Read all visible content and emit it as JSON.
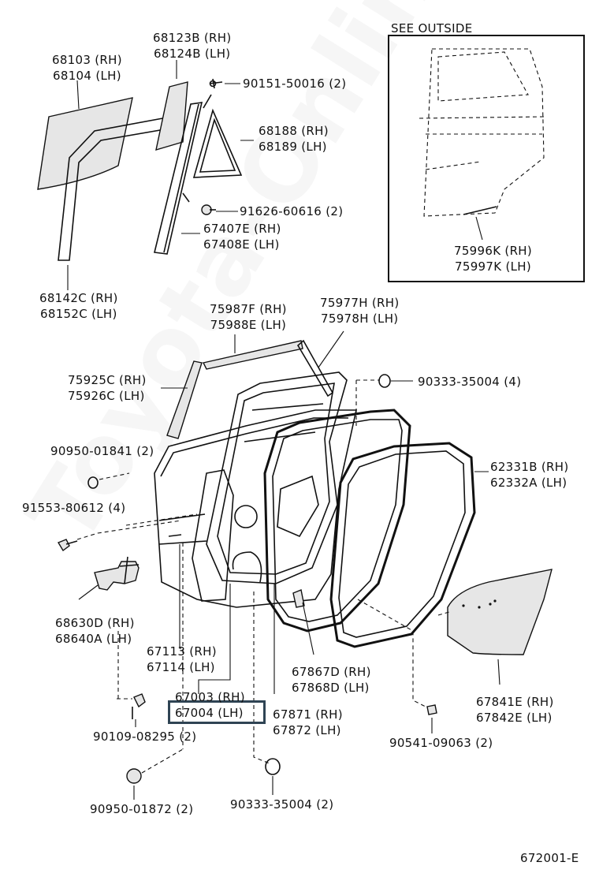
{
  "diagram": {
    "inset_title": "SEE  OUTSIDE",
    "footer_code": "672001-E",
    "watermark": "Toyota-Online.ru",
    "parts": [
      {
        "id": "p68103",
        "lines": [
          "68103 (RH)",
          "68104 (LH)"
        ]
      },
      {
        "id": "p68123",
        "lines": [
          "68123B (RH)",
          "68124B (LH)"
        ]
      },
      {
        "id": "p90151",
        "lines": [
          "90151-50016 (2)"
        ]
      },
      {
        "id": "p68188",
        "lines": [
          "68188 (RH)",
          "68189 (LH)"
        ]
      },
      {
        "id": "p91626",
        "lines": [
          "91626-60616 (2)"
        ]
      },
      {
        "id": "p67407",
        "lines": [
          "67407E (RH)",
          "67408E (LH)"
        ]
      },
      {
        "id": "p68142",
        "lines": [
          "68142C (RH)",
          "68152C (LH)"
        ]
      },
      {
        "id": "p75996",
        "lines": [
          "75996K (RH)",
          "75997K (LH)"
        ]
      },
      {
        "id": "p75987",
        "lines": [
          "75987F (RH)",
          "75988E (LH)"
        ]
      },
      {
        "id": "p75977",
        "lines": [
          "75977H (RH)",
          "75978H (LH)"
        ]
      },
      {
        "id": "p75925",
        "lines": [
          "75925C (RH)",
          "75926C (LH)"
        ]
      },
      {
        "id": "p90333a",
        "lines": [
          "90333-35004 (4)"
        ]
      },
      {
        "id": "p90950a",
        "lines": [
          "90950-01841 (2)"
        ]
      },
      {
        "id": "p62331",
        "lines": [
          "62331B (RH)",
          "62332A (LH)"
        ]
      },
      {
        "id": "p91553",
        "lines": [
          "91553-80612 (4)"
        ]
      },
      {
        "id": "p68630",
        "lines": [
          "68630D (RH)",
          "68640A (LH)"
        ]
      },
      {
        "id": "p67113",
        "lines": [
          "67113 (RH)",
          "67114 (LH)"
        ]
      },
      {
        "id": "p67867",
        "lines": [
          "67867D (RH)",
          "67868D (LH)"
        ]
      },
      {
        "id": "p67003",
        "lines": [
          "67003 (RH)",
          "67004 (LH)"
        ]
      },
      {
        "id": "p67871",
        "lines": [
          "67871 (RH)",
          "67872 (LH)"
        ]
      },
      {
        "id": "p67841",
        "lines": [
          "67841E (RH)",
          "67842E (LH)"
        ]
      },
      {
        "id": "p90109",
        "lines": [
          "90109-08295 (2)"
        ]
      },
      {
        "id": "p90541",
        "lines": [
          "90541-09063 (2)"
        ]
      },
      {
        "id": "p90950b",
        "lines": [
          "90950-01872 (2)"
        ]
      },
      {
        "id": "p90333b",
        "lines": [
          "90333-35004 (2)"
        ]
      }
    ]
  }
}
